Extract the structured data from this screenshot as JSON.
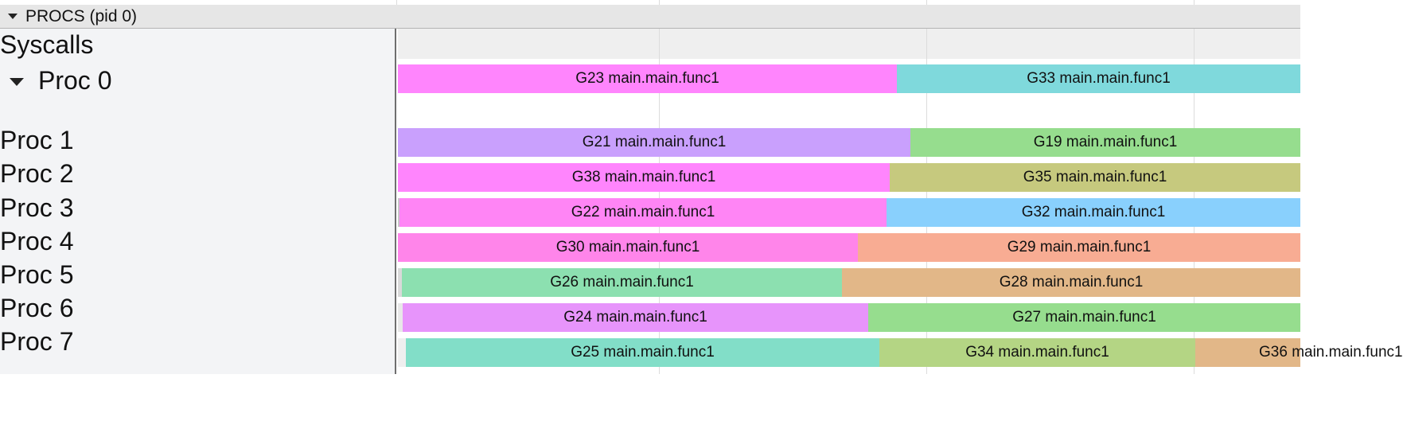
{
  "procs_header": {
    "title": "PROCS (pid 0)"
  },
  "syscalls": {
    "label": "Syscalls"
  },
  "procs": [
    {
      "label": "Proc 0",
      "slices": [
        {
          "label": "G23 main.main.func1",
          "color": "#ff85fd"
        },
        {
          "label": "G33 main.main.func1",
          "color": "#7fd9dc"
        }
      ]
    },
    {
      "label": "Proc 1",
      "slices": [
        {
          "label": "G21 main.main.func1",
          "color": "#c9a0fd"
        },
        {
          "label": "G19 main.main.func1",
          "color": "#96dd8e"
        }
      ]
    },
    {
      "label": "Proc 2",
      "slices": [
        {
          "label": "G38 main.main.func1",
          "color": "#ff85fd"
        },
        {
          "label": "G35 main.main.func1",
          "color": "#c6c97e"
        }
      ]
    },
    {
      "label": "Proc 3",
      "slices": [
        {
          "label": "G22 main.main.func1",
          "color": "#ff85f5"
        },
        {
          "label": "G32 main.main.func1",
          "color": "#89d0fd"
        }
      ]
    },
    {
      "label": "Proc 4",
      "slices": [
        {
          "label": "G30 main.main.func1",
          "color": "#ff85ea"
        },
        {
          "label": "G29 main.main.func1",
          "color": "#f8ac93"
        }
      ]
    },
    {
      "label": "Proc 5",
      "slices": [
        {
          "label": "G26 main.main.func1",
          "color": "#8ce0b0"
        },
        {
          "label": "G28 main.main.func1",
          "color": "#e2b788"
        }
      ]
    },
    {
      "label": "Proc 6",
      "slices": [
        {
          "label": "G24 main.main.func1",
          "color": "#e794fb"
        },
        {
          "label": "G27 main.main.func1",
          "color": "#96dd8e"
        }
      ]
    },
    {
      "label": "Proc 7",
      "slices": [
        {
          "label": "G25 main.main.func1",
          "color": "#82dec8"
        },
        {
          "label": "G34 main.main.func1",
          "color": "#b4d584"
        },
        {
          "label": "G36 main.main.func1",
          "color": "#e2b788"
        }
      ]
    }
  ]
}
